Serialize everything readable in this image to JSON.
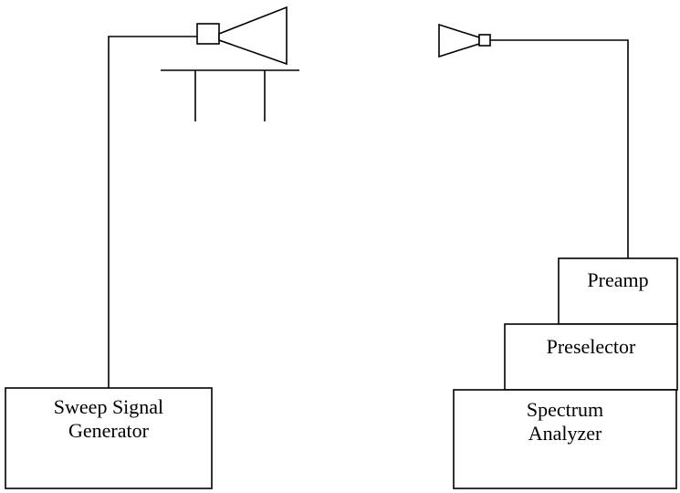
{
  "colors": {
    "background": "#ffffff",
    "stroke": "#000000"
  },
  "blocks": {
    "sweep_generator": {
      "line1": "Sweep Signal",
      "line2": "Generator"
    },
    "preamp": {
      "label": "Preamp"
    },
    "preselector": {
      "label": "Preselector"
    },
    "spectrum_analyzer": {
      "line1": "Spectrum",
      "line2": "Analyzer"
    }
  },
  "icons": {
    "transmit_antenna": "horn-antenna-icon",
    "receive_antenna": "horn-antenna-icon",
    "antenna_stand": "table-stand-icon"
  }
}
